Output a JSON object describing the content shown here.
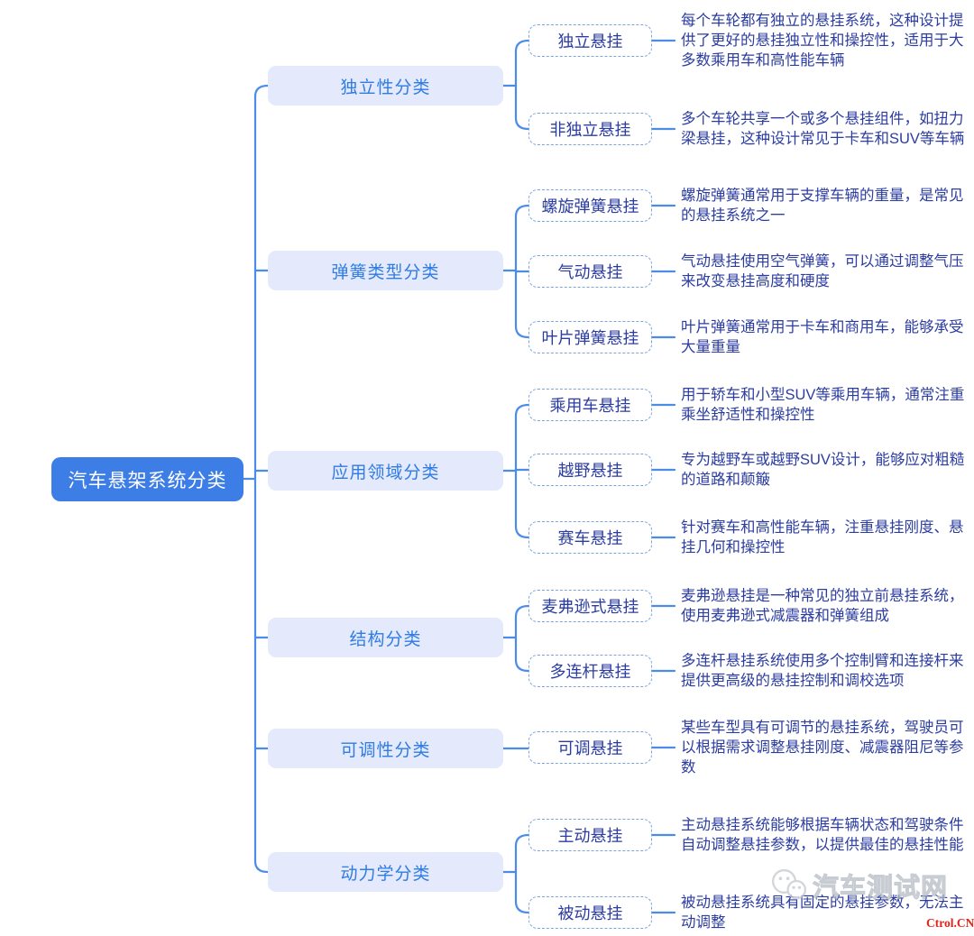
{
  "root": {
    "label": "汽车悬架系统分类"
  },
  "branches": [
    {
      "label": "独立性分类",
      "children": [
        {
          "label": "独立悬挂",
          "desc": "每个车轮都有独立的悬挂系统，这种设计提供了更好的悬挂独立性和操控性，适用于大多数乘用车和高性能车辆"
        },
        {
          "label": "非独立悬挂",
          "desc": "多个车轮共享一个或多个悬挂组件，如扭力梁悬挂，这种设计常见于卡车和SUV等车辆"
        }
      ]
    },
    {
      "label": "弹簧类型分类",
      "children": [
        {
          "label": "螺旋弹簧悬挂",
          "desc": "螺旋弹簧通常用于支撑车辆的重量，是常见的悬挂系统之一"
        },
        {
          "label": "气动悬挂",
          "desc": "气动悬挂使用空气弹簧，可以通过调整气压来改变悬挂高度和硬度"
        },
        {
          "label": "叶片弹簧悬挂",
          "desc": "叶片弹簧通常用于卡车和商用车，能够承受大量重量"
        }
      ]
    },
    {
      "label": "应用领域分类",
      "children": [
        {
          "label": "乘用车悬挂",
          "desc": "用于轿车和小型SUV等乘用车辆，通常注重乘坐舒适性和操控性"
        },
        {
          "label": "越野悬挂",
          "desc": "专为越野车或越野SUV设计，能够应对粗糙的道路和颠簸"
        },
        {
          "label": "赛车悬挂",
          "desc": "针对赛车和高性能车辆，注重悬挂刚度、悬挂几何和操控性"
        }
      ]
    },
    {
      "label": "结构分类",
      "children": [
        {
          "label": "麦弗逊式悬挂",
          "desc": "麦弗逊悬挂是一种常见的独立前悬挂系统，使用麦弗逊式减震器和弹簧组成"
        },
        {
          "label": "多连杆悬挂",
          "desc": "多连杆悬挂系统使用多个控制臂和连接杆来提供更高级的悬挂控制和调校选项"
        }
      ]
    },
    {
      "label": "可调性分类",
      "children": [
        {
          "label": "可调悬挂",
          "desc": "某些车型具有可调节的悬挂系统，驾驶员可以根据需求调整悬挂刚度、减震器阻尼等参数"
        }
      ]
    },
    {
      "label": "动力学分类",
      "children": [
        {
          "label": "主动悬挂",
          "desc": "主动悬挂系统能够根据车辆状态和驾驶条件自动调整悬挂参数，以提供最佳的悬挂性能"
        },
        {
          "label": "被动悬挂",
          "desc": "被动悬挂系统具有固定的悬挂参数，无法主动调整"
        }
      ]
    }
  ],
  "watermark": {
    "brand": "汽车测试网",
    "site": "Ctrol.CN",
    "icon": "wechat-icon"
  },
  "colors": {
    "root_fill": "#3d7de6",
    "branch_fill": "#e4e9fb",
    "branch_text": "#2e7ce4",
    "node_text": "#2c3da1",
    "connector_line": "#4a8ce8",
    "dashed_border": "#7aa6e0",
    "watermark_gray": "#b4bbc4",
    "site_red": "#e5231b"
  }
}
